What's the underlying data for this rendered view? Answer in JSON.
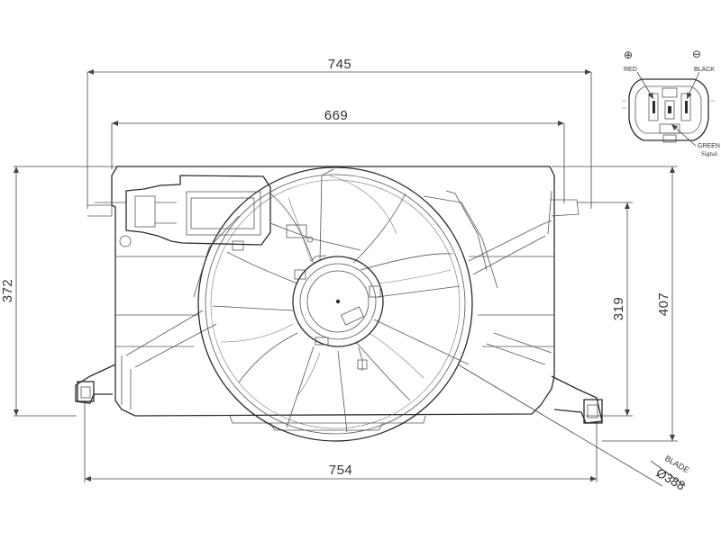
{
  "dimensions": {
    "overall_width_top": "745",
    "inner_width_top": "669",
    "bottom_width": "754",
    "left_height": "372",
    "right_height_outer": "407",
    "right_height_inner": "319"
  },
  "connector": {
    "plus_symbol": "⊕",
    "minus_symbol": "⊖",
    "red_label": "RED",
    "black_label": "BLACK",
    "green_label": "GREEN",
    "signal_label": "Signal"
  },
  "blade": {
    "label": "BLADE",
    "diameter": "Ø388"
  },
  "colors": {
    "line": "#2b2b2b",
    "background": "#ffffff"
  }
}
